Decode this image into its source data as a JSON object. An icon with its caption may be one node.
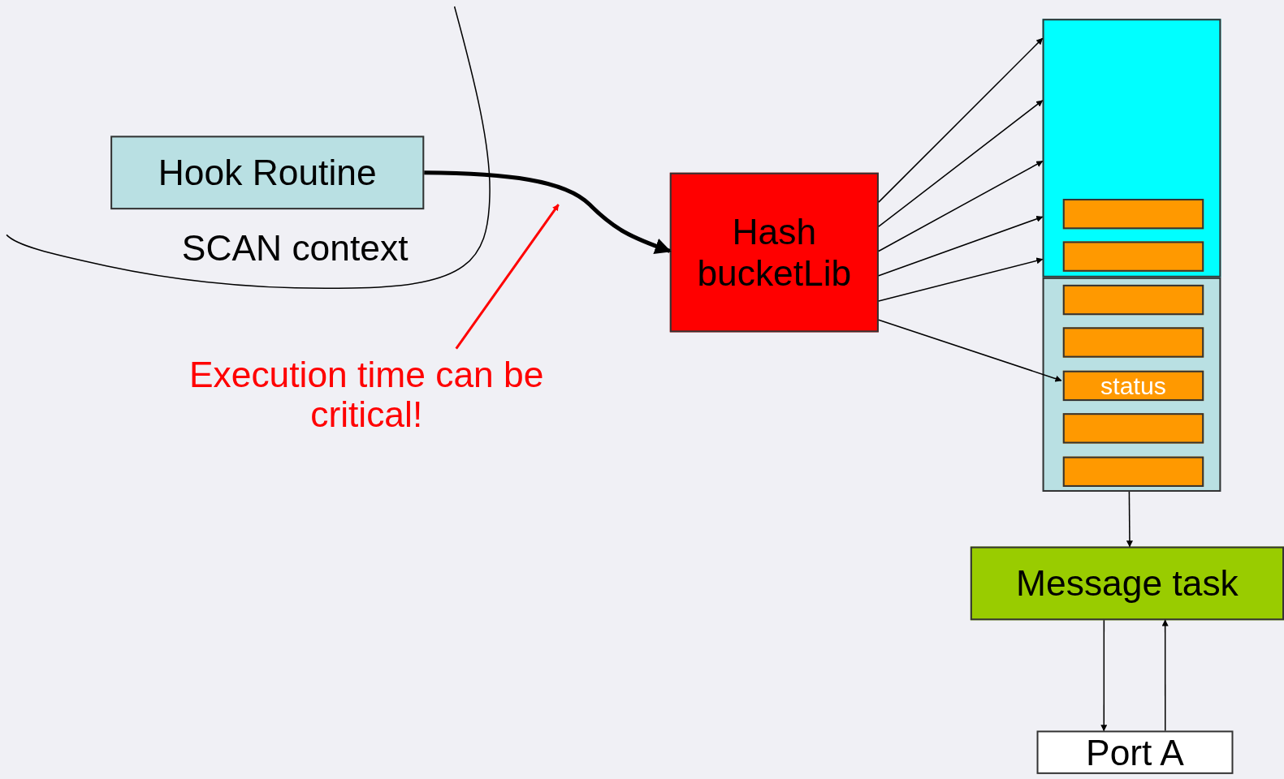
{
  "diagram": {
    "nodes": [
      {
        "text": [
          "Hook Routine"
        ]
      },
      {
        "text": [
          "Hash bucketLib"
        ]
      },
      {
        "text": [
          "Execution time can be critical!"
        ]
      },
      {
        "text": [],
        "shape": "box"
      },
      {
        "text": [],
        "shape": "box",
        "in": 3
      },
      {
        "text": [],
        "shape": "box",
        "in": 3
      },
      {
        "text": [],
        "shape": "box"
      },
      {
        "text": [],
        "shape": "box",
        "in": 6
      },
      {
        "text": [],
        "shape": "box",
        "in": 6
      },
      {
        "text": [
          "status"
        ],
        "in": 6
      },
      {
        "text": [],
        "shape": "box",
        "in": 6
      },
      {
        "text": [],
        "shape": "box",
        "in": 6
      },
      {
        "text": [
          "Message task"
        ]
      },
      {
        "text": [
          "Port A"
        ]
      }
    ],
    "edges": [
      {
        "from": 0,
        "to": 1,
        "arrow": "to",
        "style": "thick"
      },
      {
        "from": 2,
        "to": null,
        "arrow": "to",
        "color": "#ff0000"
      },
      {
        "from": 1,
        "to": 3,
        "arrow": "to"
      },
      {
        "from": 1,
        "to": 3,
        "arrow": "to"
      },
      {
        "from": 1,
        "to": 3,
        "arrow": "to"
      },
      {
        "from": 1,
        "to": 3,
        "arrow": "to"
      },
      {
        "from": 1,
        "to": 3,
        "arrow": "to"
      },
      {
        "from": 1,
        "to": 9,
        "arrow": "to"
      },
      {
        "from": 6,
        "to": 12,
        "arrow": "to"
      },
      {
        "from": 12,
        "to": 13,
        "arrow": "to"
      },
      {
        "from": 13,
        "to": 12,
        "arrow": "to"
      }
    ],
    "labels": [
      "SCAN context"
    ]
  }
}
